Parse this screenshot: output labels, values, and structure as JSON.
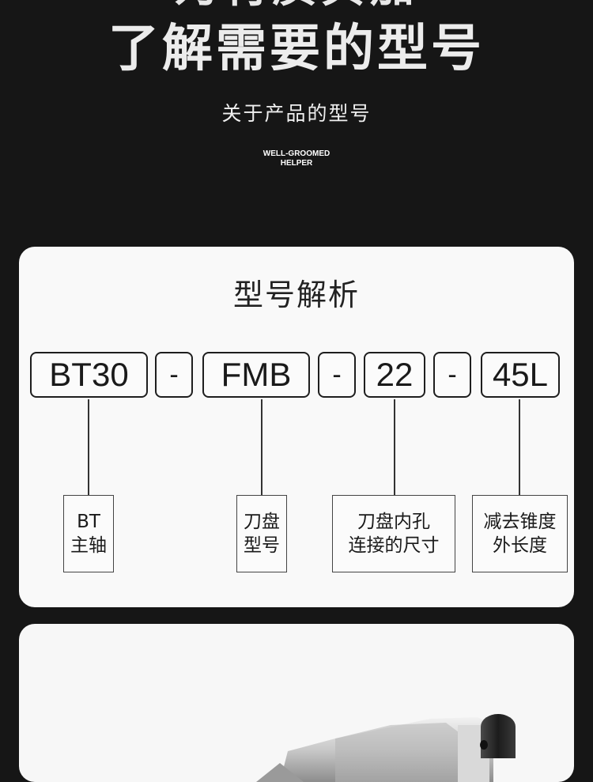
{
  "header": {
    "top_cut": "为材质贝加",
    "title": "了解需要的型号",
    "subtitle": "关于产品的型号",
    "brand_line1": "WELL-GROOMED",
    "brand_line2": "HELPER"
  },
  "analysis": {
    "title": "型号解析",
    "codes": [
      {
        "text": "BT30"
      },
      {
        "text": "-"
      },
      {
        "text": "FMB"
      },
      {
        "text": "-"
      },
      {
        "text": "22"
      },
      {
        "text": "-"
      },
      {
        "text": "45L"
      }
    ],
    "labels": [
      {
        "line1": "BT",
        "line2": "主轴"
      },
      {
        "line1": "刀盘",
        "line2": "型号"
      },
      {
        "line1": "刀盘内孔",
        "line2": "连接的尺寸"
      },
      {
        "line1": "减去锥度",
        "line2": "外长度"
      }
    ]
  },
  "colors": {
    "page_background": "#161616",
    "card_background": "#f9f9f9",
    "text_dark": "#1a1a1a",
    "text_light": "#ececec"
  }
}
